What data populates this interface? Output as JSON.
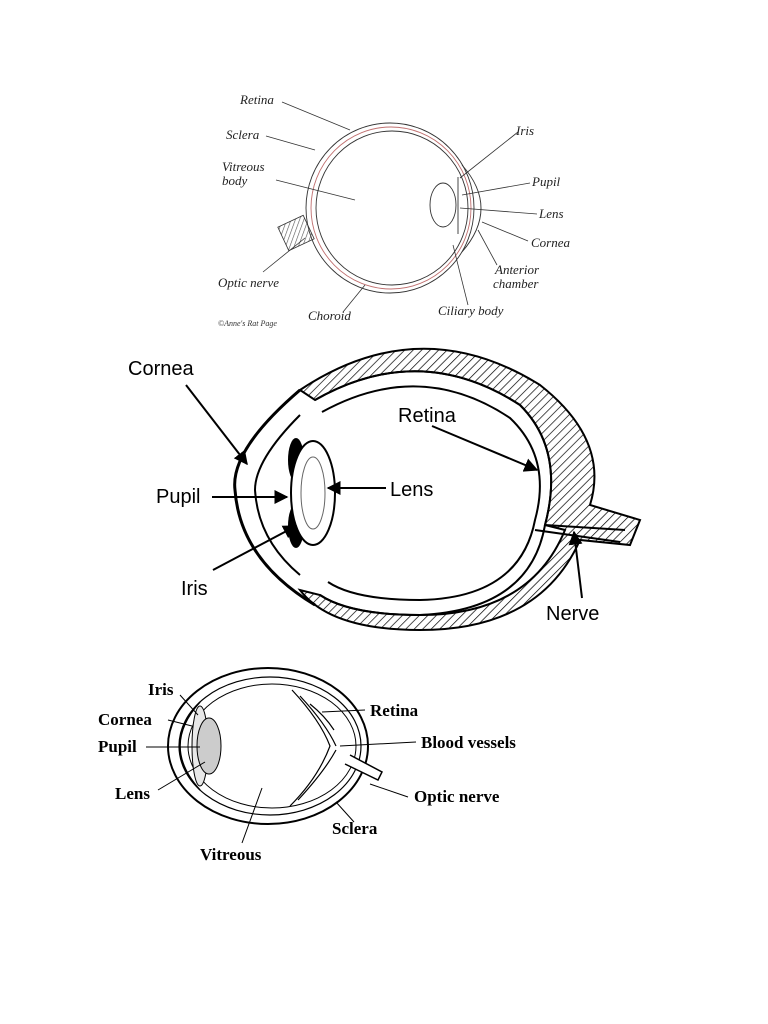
{
  "diagram1": {
    "labels": {
      "retina": "Retina",
      "sclera": "Sclera",
      "vitreous_1": "Vitreous",
      "vitreous_2": "body",
      "optic_nerve": "Optic nerve",
      "choroid": "Choroid",
      "iris": "Iris",
      "pupil": "Pupil",
      "lens": "Lens",
      "cornea": "Cornea",
      "anterior_1": "Anterior",
      "anterior_2": "chamber",
      "ciliary": "Ciliary body"
    },
    "credit": "©Anne's Rat Page"
  },
  "diagram2": {
    "labels": {
      "cornea": "Cornea",
      "retina": "Retina",
      "pupil": "Pupil",
      "lens": "Lens",
      "iris": "Iris",
      "nerve": "Nerve"
    }
  },
  "diagram3": {
    "labels": {
      "iris": "Iris",
      "cornea": "Cornea",
      "pupil": "Pupil",
      "lens": "Lens",
      "retina": "Retina",
      "blood_vessels": "Blood vessels",
      "optic_nerve": "Optic nerve",
      "sclera": "Sclera",
      "vitreous": "Vitreous"
    }
  }
}
